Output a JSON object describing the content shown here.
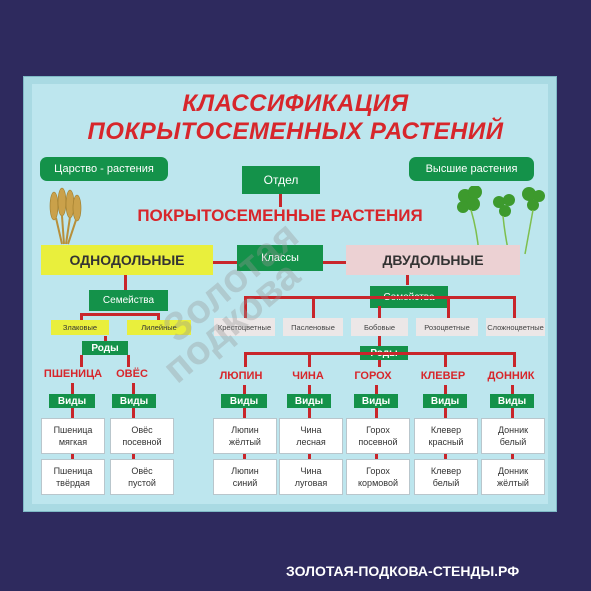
{
  "title": {
    "line1": "КЛАССИФИКАЦИЯ",
    "line2": "ПОКРЫТОСЕМЕННЫХ РАСТЕНИЙ"
  },
  "kingdom": "Царство - растения",
  "higher": "Высшие растения",
  "division_label": "Отдел",
  "division_name": "ПОКРЫТОСЕМЕННЫЕ РАСТЕНИЯ",
  "classes_label": "Классы",
  "monocots": "ОДНОДОЛЬНЫЕ",
  "dicots": "ДВУДОЛЬНЫЕ",
  "families_label": "Семейства",
  "genera_label": "Роды",
  "species_label": "Виды",
  "mono_families": [
    "Злаковые",
    "Лилейные"
  ],
  "dicot_families": [
    "Крестоцветные",
    "Пасленовые",
    "Бобовые",
    "Розоцветные",
    "Сложноцветные"
  ],
  "genera": [
    {
      "name": "ПШЕНИЦА",
      "species": [
        [
          "Пшеница",
          "мягкая"
        ],
        [
          "Пшеница",
          "твёрдая"
        ]
      ]
    },
    {
      "name": "ОВЁС",
      "species": [
        [
          "Овёс",
          "посевной"
        ],
        [
          "Овёс",
          "пустой"
        ]
      ]
    },
    {
      "name": "ЛЮПИН",
      "species": [
        [
          "Люпин",
          "жёлтый"
        ],
        [
          "Люпин",
          "синий"
        ]
      ]
    },
    {
      "name": "ЧИНА",
      "species": [
        [
          "Чина",
          "лесная"
        ],
        [
          "Чина",
          "луговая"
        ]
      ]
    },
    {
      "name": "ГОРОХ",
      "species": [
        [
          "Горох",
          "посевной"
        ],
        [
          "Горох",
          "кормовой"
        ]
      ]
    },
    {
      "name": "КЛЕВЕР",
      "species": [
        [
          "Клевер",
          "красный"
        ],
        [
          "Клевер",
          "белый"
        ]
      ]
    },
    {
      "name": "ДОННИК",
      "species": [
        [
          "Донник",
          "белый"
        ],
        [
          "Донник",
          "жёлтый"
        ]
      ]
    }
  ],
  "watermark": [
    "Золотая",
    "подкова"
  ],
  "footer": "ЗОЛОТАЯ-ПОДКОВА-СТЕНДЫ.РФ",
  "colors": {
    "background": "#2e2a5e",
    "board": "#bde6ee",
    "green": "#14924a",
    "red": "#d7262b",
    "yellow": "#e9ef3c",
    "pink": "#ecd1d3"
  }
}
